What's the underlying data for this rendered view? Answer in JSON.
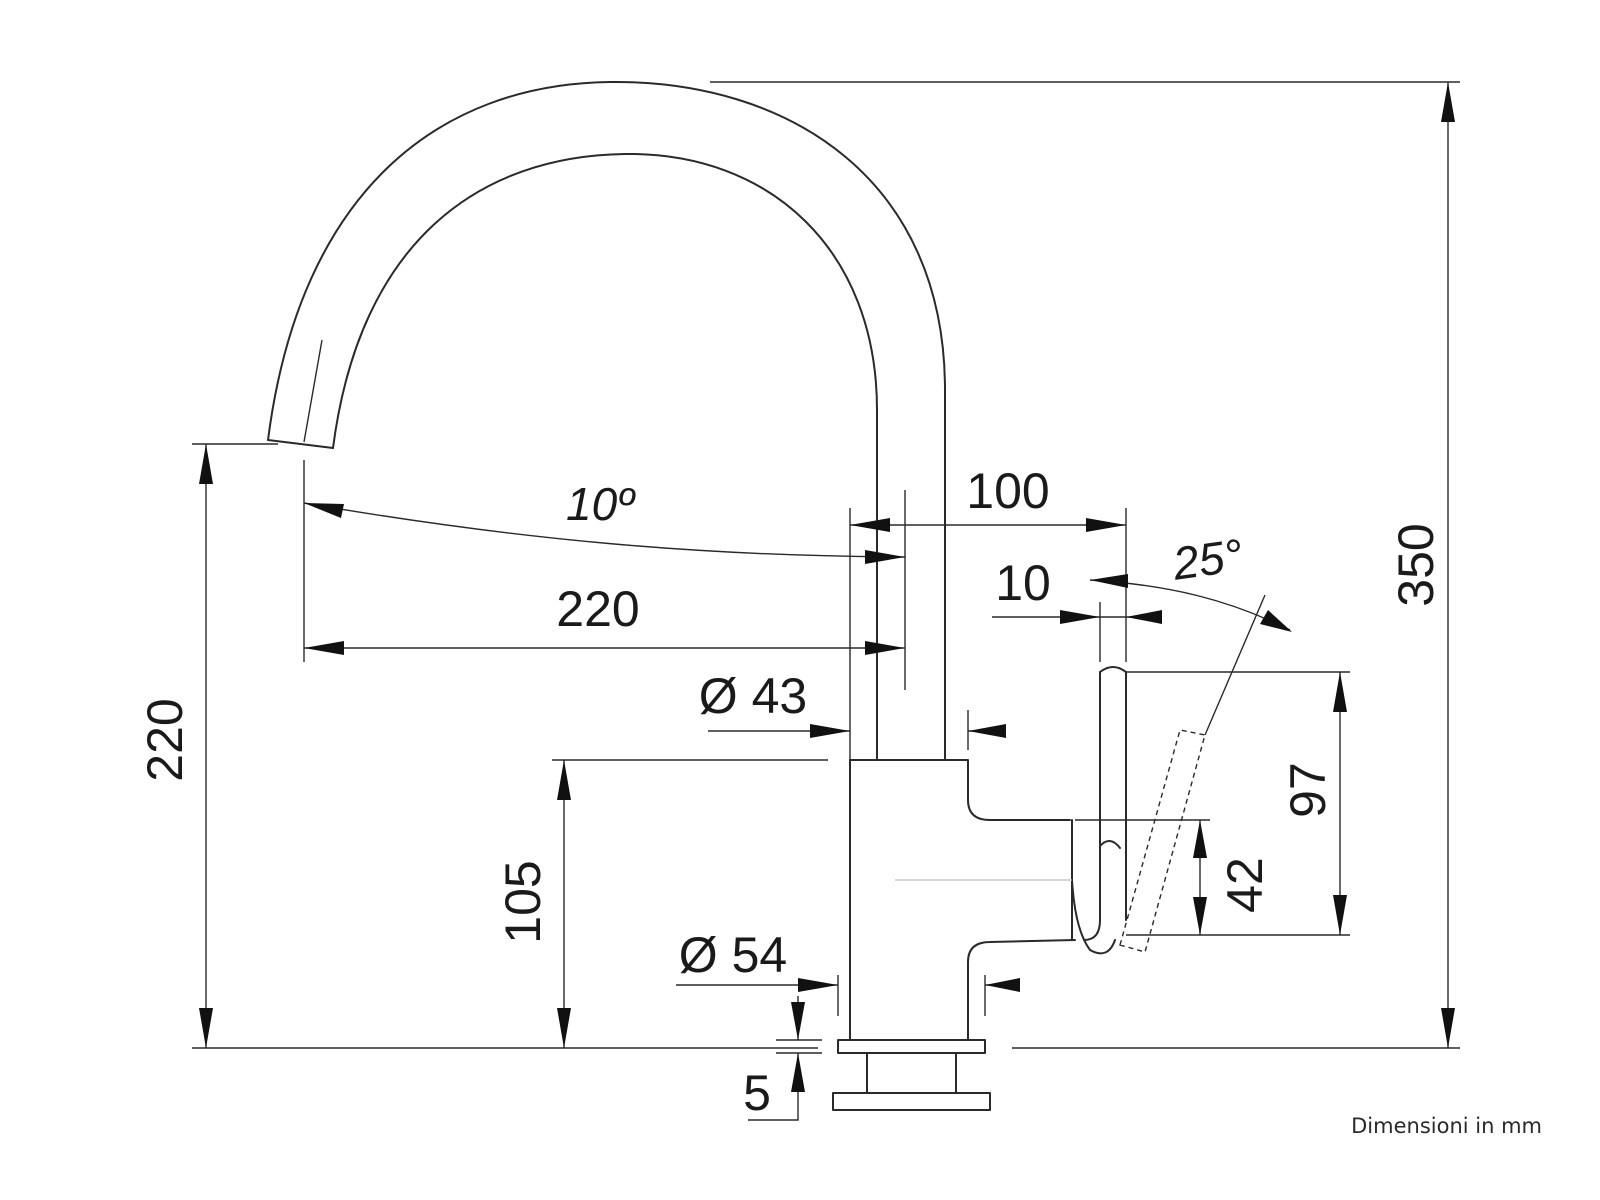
{
  "dimensions": {
    "total_height": "350",
    "spout_height": "220",
    "spout_reach": "220",
    "spout_angle": "10º",
    "handle_offset": "100",
    "handle_gap": "10",
    "handle_angle": "25°",
    "stem_diameter": "Ø 43",
    "body_height": "105",
    "base_diameter": "Ø 54",
    "base_thickness": "5",
    "handle_height": "97",
    "lever_height": "42"
  },
  "caption": "Dimensioni in mm"
}
